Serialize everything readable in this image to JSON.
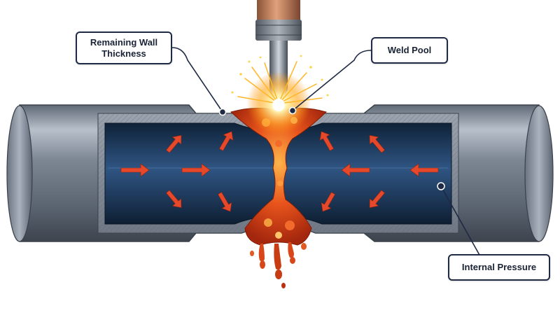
{
  "labels": {
    "remaining_wall_line1": "Remaining Wall",
    "remaining_wall_line2": "Thickness",
    "weld_pool": "Weld Pool",
    "internal_pressure": "Internal Pressure"
  },
  "colors": {
    "callout_border": "#1f2a44",
    "pipe_steel": "#8c96a3",
    "bore_blue": "#1c3b61",
    "pressure_arrow": "#e5482a",
    "molten_metal": "#e8541c",
    "electrode_copper": "#c98a63"
  },
  "icons": [
    "pressure-arrow-icon",
    "spark-icon",
    "weld-electrode"
  ]
}
